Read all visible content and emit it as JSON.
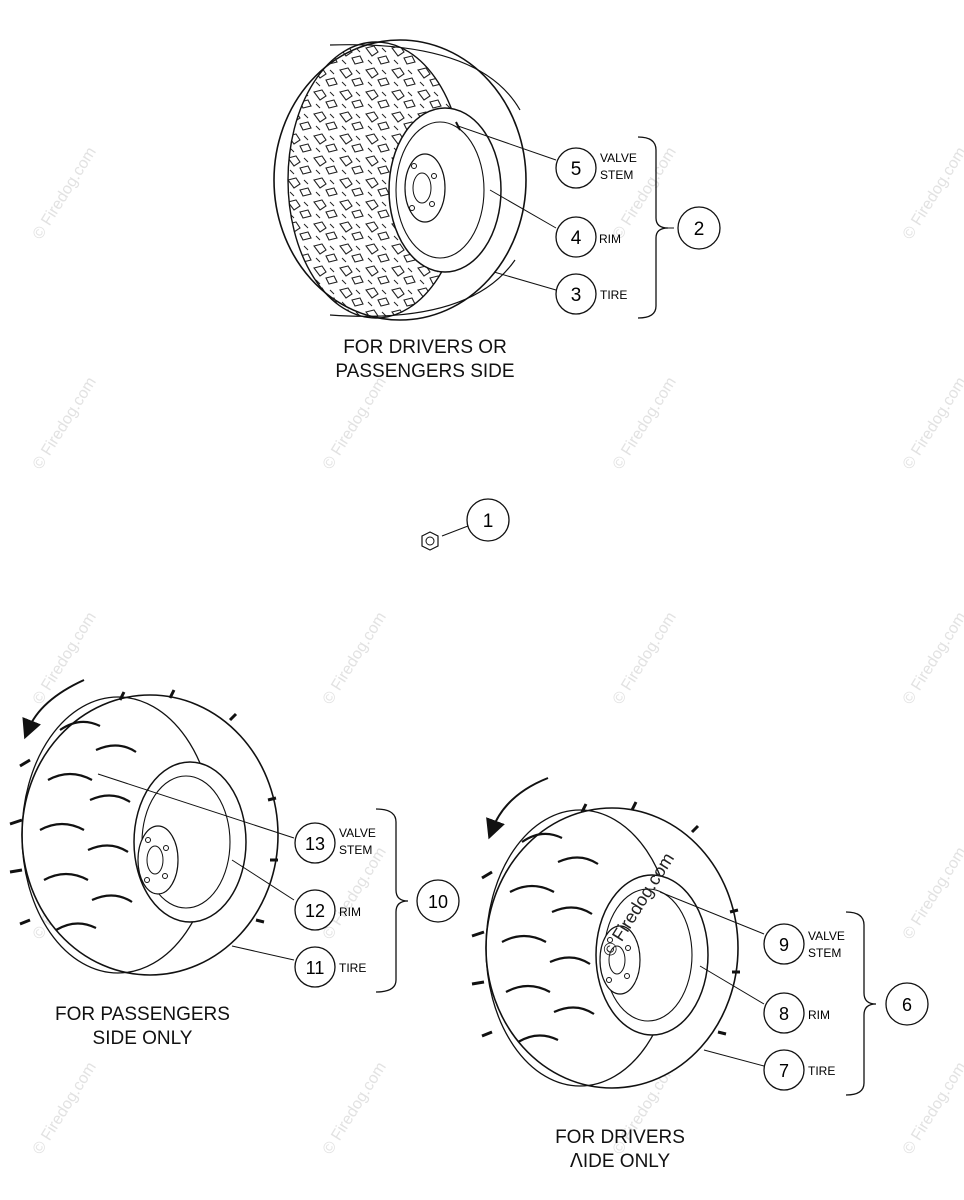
{
  "watermark": "© Firedog.com",
  "center_watermark": "© Firedog.com",
  "callouts": {
    "c1": "1",
    "c2": "2",
    "c3": "3",
    "c4": "4",
    "c5": "5",
    "c6": "6",
    "c7": "7",
    "c8": "8",
    "c9": "9",
    "c10": "10",
    "c11": "11",
    "c12": "12",
    "c13": "13"
  },
  "labels": {
    "valve_stem_top_1": "VALVE",
    "valve_stem_top_2": "STEM",
    "rim_top": "RIM",
    "tire_top": "TIRE",
    "valve_stem_left_1": "VALVE",
    "valve_stem_left_2": "STEM",
    "rim_left": "RIM",
    "tire_left": "TIRE",
    "valve_stem_right_1": "VALVE",
    "valve_stem_right_2": "STEM",
    "rim_right": "RIM",
    "tire_right": "TIRE"
  },
  "captions": {
    "top_line1": "FOR DRIVERS OR",
    "top_line2": "PASSENGERS SIDE",
    "left_line1": "FOR PASSENGERS",
    "left_line2": "SIDE ONLY",
    "right_line1": "FOR DRIVERS",
    "right_line2": "ᐱIDE ONLY"
  }
}
